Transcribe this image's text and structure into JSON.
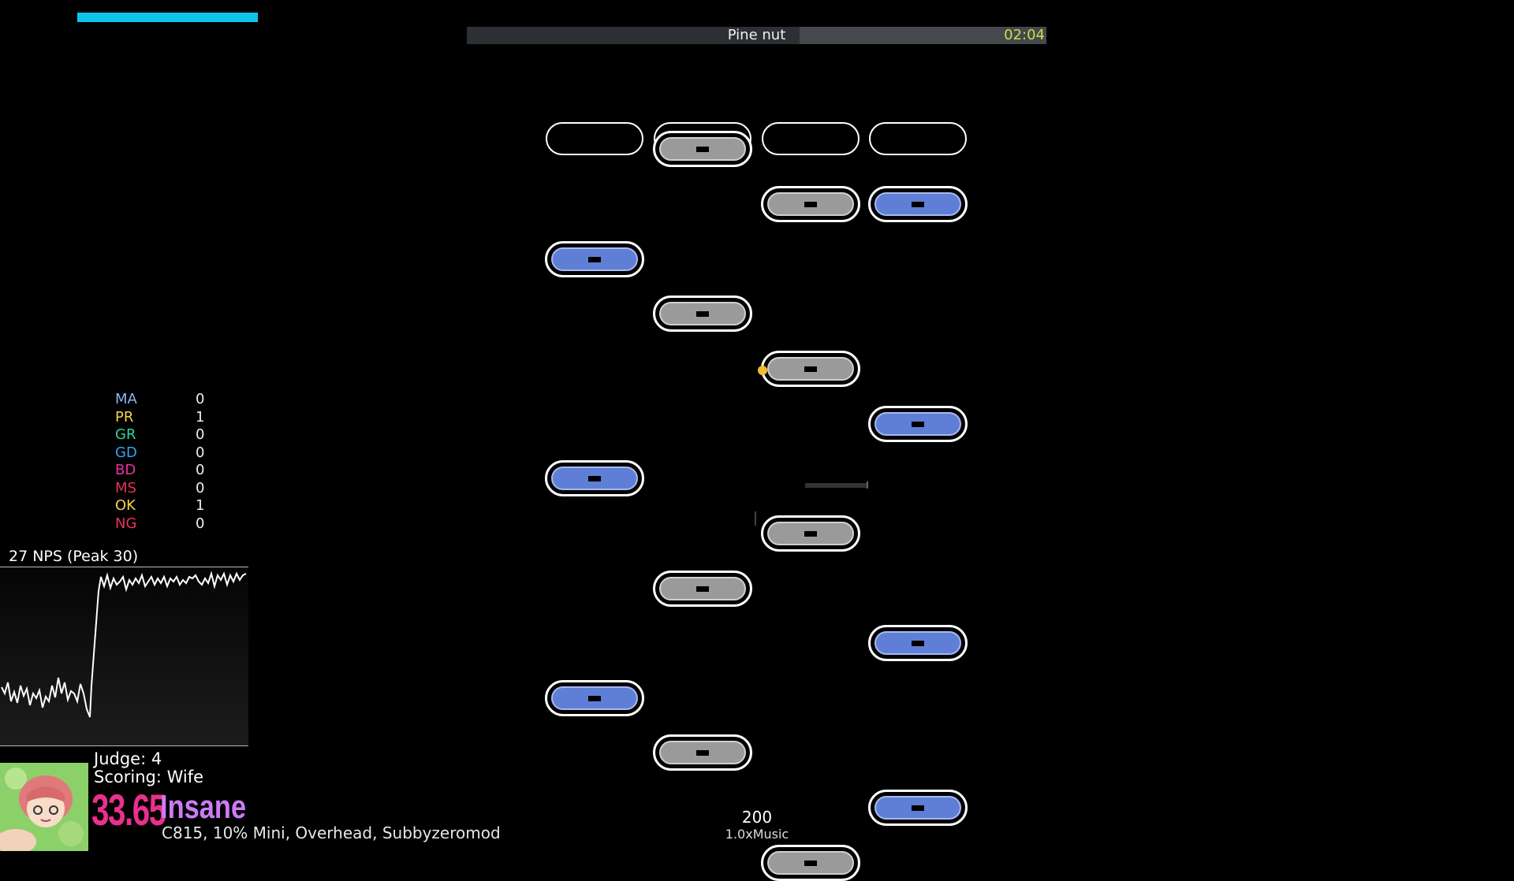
{
  "song": {
    "title": "Pine nut",
    "time": "02:04",
    "progress": 0.47
  },
  "life": {
    "level": 0.17,
    "color": "#0cc4ee"
  },
  "judgments": [
    {
      "label": "MA",
      "count": "0",
      "color": "#8ab6ee"
    },
    {
      "label": "PR",
      "count": "1",
      "color": "#f1d545"
    },
    {
      "label": "GR",
      "count": "0",
      "color": "#2dd49b"
    },
    {
      "label": "GD",
      "count": "0",
      "color": "#31a5ef"
    },
    {
      "label": "BD",
      "count": "0",
      "color": "#e8309f"
    },
    {
      "label": "MS",
      "count": "0",
      "color": "#e8305a"
    },
    {
      "label": "OK",
      "count": "1",
      "color": "#f1d545"
    },
    {
      "label": "NG",
      "count": "0",
      "color": "#e8305a"
    }
  ],
  "nps": {
    "label": "27 NPS (Peak 30)"
  },
  "info": {
    "judge": "Judge: 4",
    "scoring": "Scoring: Wife",
    "difficulty_value": "33.65",
    "difficulty_name": "Insane",
    "mods": "C815, 10% Mini, Overhead, Subbyzeromod"
  },
  "bpm": "200",
  "rate": "1.0xMusic",
  "icons": {
    "moon": "crescent-moon-icon",
    "avatar": "character-avatar"
  }
}
